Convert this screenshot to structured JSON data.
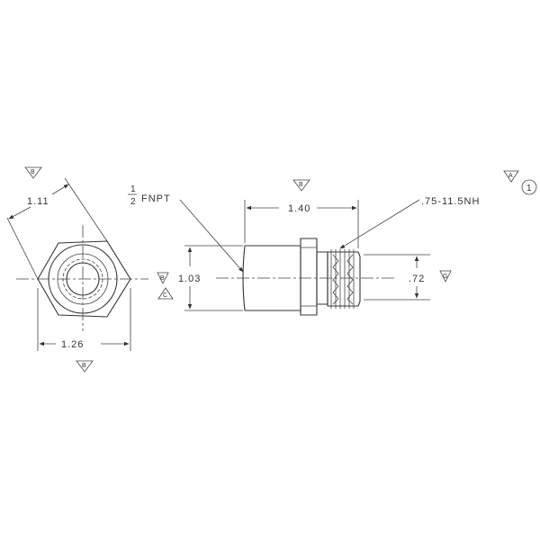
{
  "end_view": {
    "dim_across_flats": "1.11",
    "dim_across_corners": "1.26"
  },
  "side_view": {
    "dim_length": "1.40",
    "dim_body_dia": "1.03",
    "dim_thread_dia": ".72",
    "note_thread": ".75-11.5NH",
    "note_fnpt_numerator": "1",
    "note_fnpt_denominator": "2",
    "note_fnpt_text": "FNPT"
  },
  "flags": {
    "b": "B",
    "c": "C",
    "a": "A",
    "g": "G",
    "rev": "1"
  }
}
